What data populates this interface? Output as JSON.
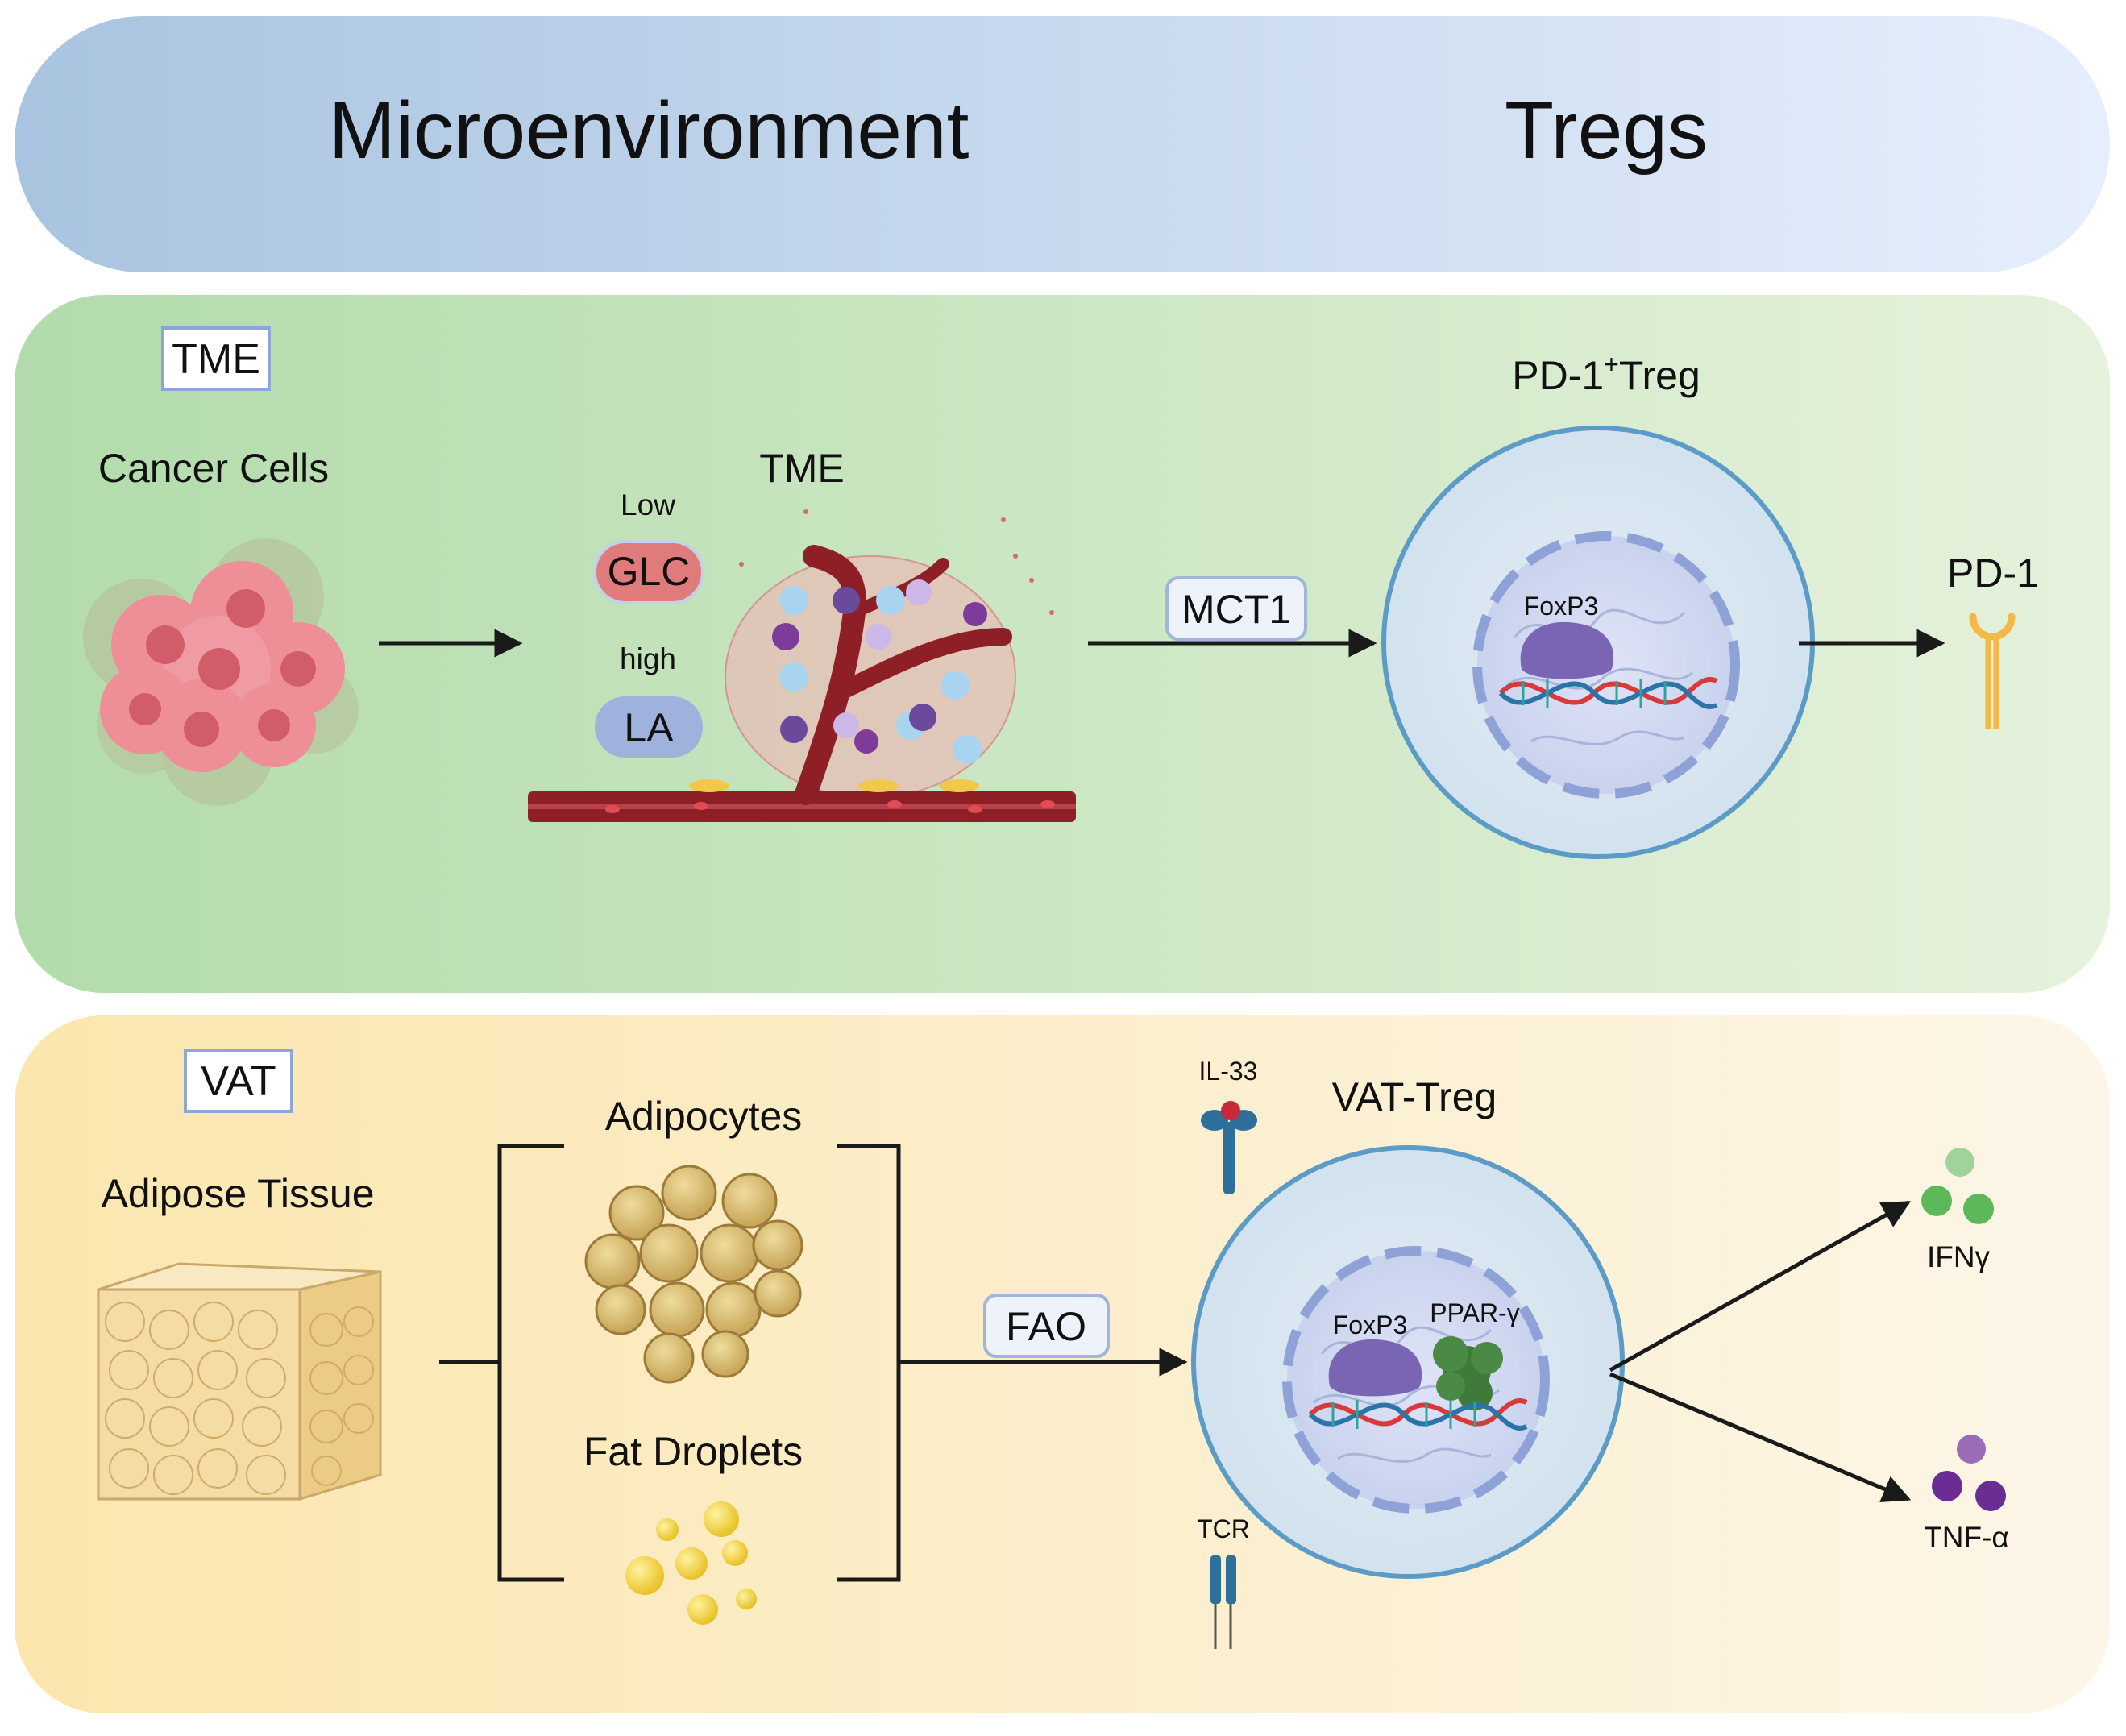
{
  "header": {
    "left_title": "Microenvironment",
    "right_title": "Tregs"
  },
  "tme_panel": {
    "tag": "TME",
    "cancer_cells_label": "Cancer Cells",
    "tme_label": "TME",
    "glc_level": "Low",
    "glc_label": "GLC",
    "la_level": "high",
    "la_label": "LA",
    "mct1_label": "MCT1",
    "treg_title_main": "PD-1",
    "treg_title_sup": "+",
    "treg_title_end": "Treg",
    "foxp3_label": "FoxP3",
    "pd1_label": "PD-1"
  },
  "vat_panel": {
    "tag": "VAT",
    "adipose_label": "Adipose Tissue",
    "adipocytes_label": "Adipocytes",
    "fat_droplets_label": "Fat Droplets",
    "fao_label": "FAO",
    "il33_label": "IL-33",
    "tcr_label": "TCR",
    "treg_title": "VAT-Treg",
    "foxp3_label": "FoxP3",
    "pparg_label": "PPAR-γ",
    "ifng_label": "IFNγ",
    "tnfa_label": "TNF-α"
  },
  "colors": {
    "header_gradient": [
      "#a9c4e0",
      "#e6eefc"
    ],
    "tme_gradient": [
      "#b2dbab",
      "#e6f2dc"
    ],
    "vat_gradient": [
      "#fbe6ae",
      "#fdf6e8"
    ],
    "cell_fill": "#d9e6ef",
    "cell_stroke": "#5b9bc6",
    "glc_pill": "#e07b7b",
    "la_pill": "#9fb2dd",
    "foxp3": "#7a64b4",
    "pparg": "#3f7a3a",
    "ifng": "#5db85a",
    "tnfa": "#6b2d91",
    "pd1_receptor": "#f2b84a",
    "arrow": "#1a1a1a"
  }
}
